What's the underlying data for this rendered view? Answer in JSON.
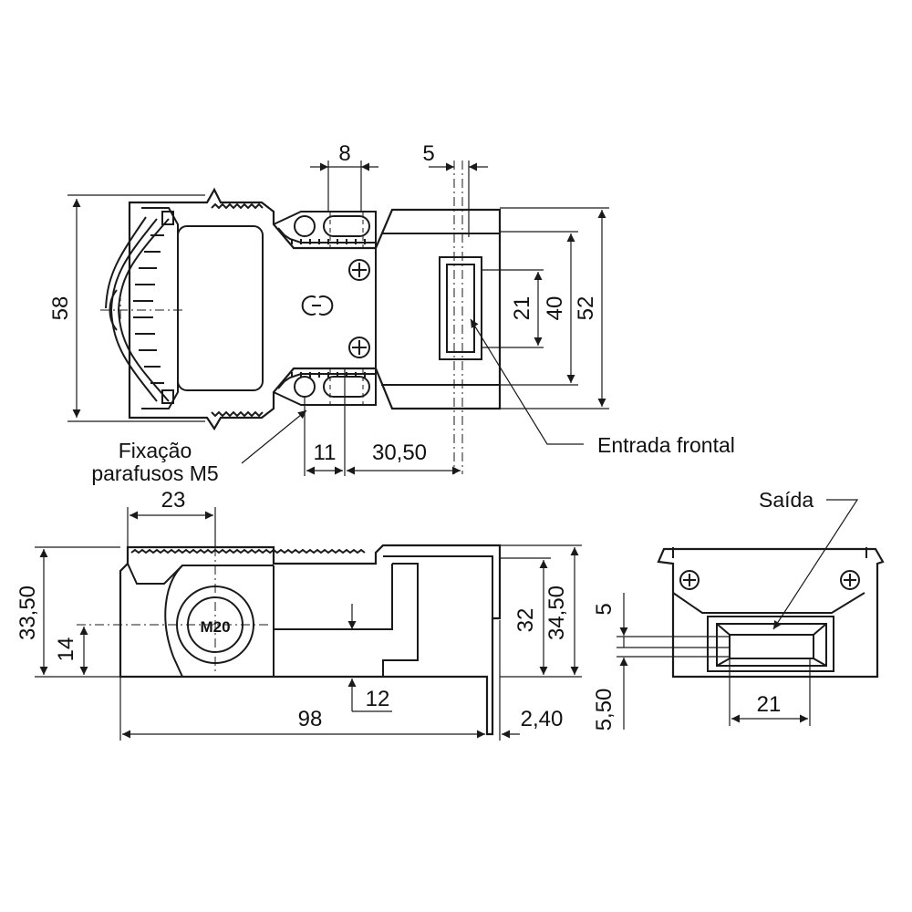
{
  "labels": {
    "fixing_line1": "Fixação",
    "fixing_line2": "parafusos M5",
    "front_entry": "Entrada frontal",
    "exit": "Saída",
    "thread": "M20"
  },
  "dimensions": {
    "slot_width": "8",
    "actuator_width": "5",
    "height_overall": "58",
    "entry_height": "21",
    "body_height_inner": "40",
    "body_height_outer": "52",
    "hole_offset": "11",
    "entry_offset": "30,50",
    "thread_offset": "23",
    "side_height": "33,50",
    "thread_height": "14",
    "entry_depth": "32",
    "head_height": "34,50",
    "bottom_offset": "12",
    "overall_length": "98",
    "head_overhang": "2,40",
    "exit_top": "5",
    "exit_bottom": "5,50",
    "exit_width": "21"
  }
}
